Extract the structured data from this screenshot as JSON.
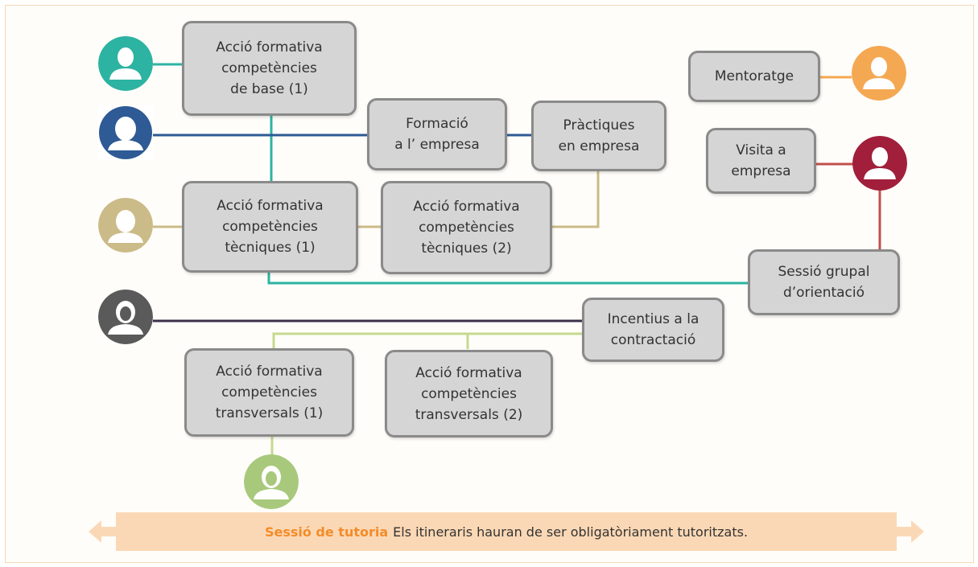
{
  "colors": {
    "teal": "#2db3a2",
    "navy": "#2e5a95",
    "khaki": "#cbbb88",
    "darkgray": "#5a5a5a",
    "lightgreen": "#a8c97c",
    "orange": "#f5a852",
    "crimson": "#a11f3b",
    "box_fill": "#d5d5d5",
    "box_border": "#8a8a8a",
    "banner_fill": "#fbd8b5",
    "accent_text": "#f28c2a"
  },
  "boxes": {
    "base1": "Acció formativa\ncompetències\nde base (1)",
    "formacio_empresa": "Formació\na l’ empresa",
    "practiques": "Pràctiques\nen empresa",
    "tecniques1": "Acció formativa\ncompetències\ntècniques (1)",
    "tecniques2": "Acció formativa\ncompetències\ntècniques (2)",
    "mentoratge": "Mentoratge",
    "visita": "Visita a\nempresa",
    "sessio_grupal": "Sessió grupal\nd’orientació",
    "incentius": "Incentius a la\ncontractació",
    "transversals1": "Acció formativa\ncompetències\ntransversals (1)",
    "transversals2": "Acció formativa\ncompetències\ntransversals (2)"
  },
  "avatars": [
    {
      "id": "teal",
      "icon": "male-user-icon"
    },
    {
      "id": "navy",
      "icon": "female-user-icon"
    },
    {
      "id": "khaki",
      "icon": "female-user-icon"
    },
    {
      "id": "darkgray",
      "icon": "female-user-icon"
    },
    {
      "id": "lightgreen",
      "icon": "female-user-icon"
    },
    {
      "id": "orange",
      "icon": "male-user-icon"
    },
    {
      "id": "crimson",
      "icon": "male-user-icon"
    }
  ],
  "banner": {
    "highlight": "Sessió de tutoria",
    "text": "Els itineraris hauran de ser obligatòriament tutoritzats."
  }
}
